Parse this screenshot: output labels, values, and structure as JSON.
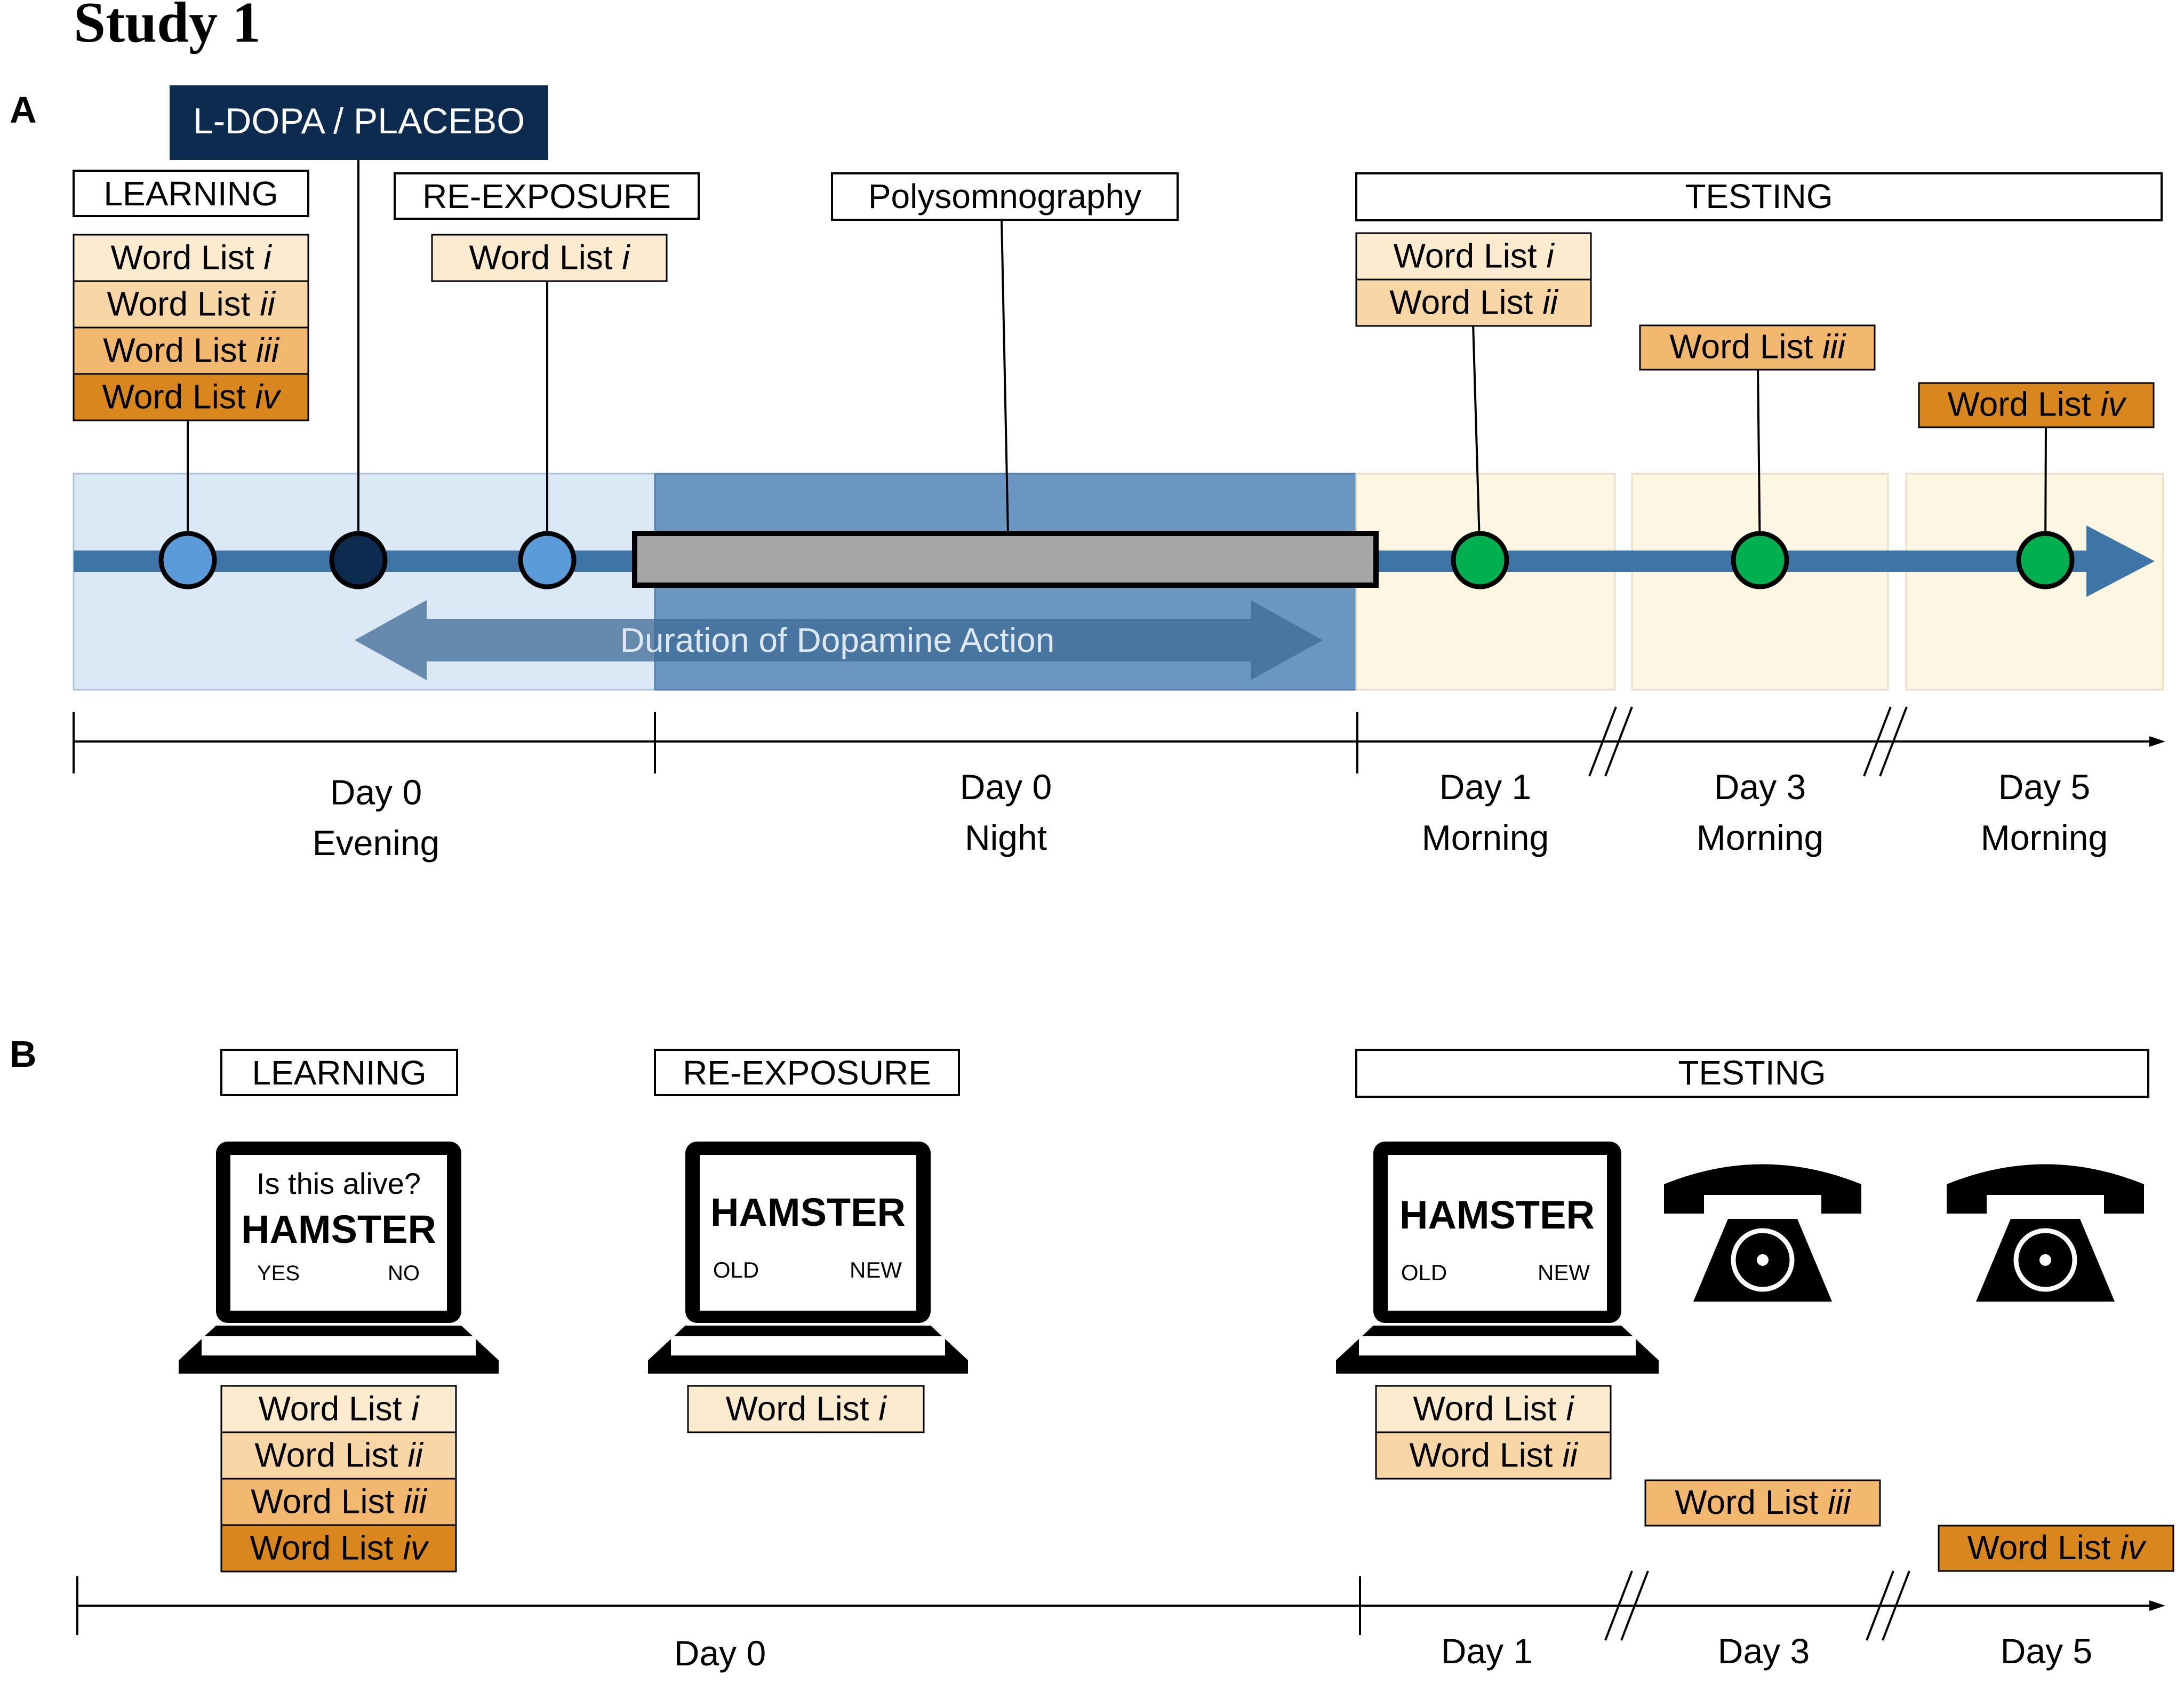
{
  "title": "Study 1",
  "panel_a": {
    "letter": "A",
    "drug_label": "L-DOPA / PLACEBO",
    "stage_labels": {
      "learning": "LEARNING",
      "reexposure": "RE-EXPOSURE",
      "polysomnography": "Polysomnography",
      "testing": "TESTING"
    },
    "learning_lists": [
      "Word List i",
      "Word List ii",
      "Word List iii",
      "Word List iv"
    ],
    "reexposure_lists": [
      "Word List i"
    ],
    "testing_day1_lists": [
      "Word List i",
      "Word List ii"
    ],
    "testing_day3_lists": [
      "Word List iii"
    ],
    "testing_day5_lists": [
      "Word List iv"
    ],
    "dopamine_arrow_label": "Duration of Dopamine Action",
    "time_labels": {
      "day0_evening": [
        "Day 0",
        "Evening"
      ],
      "day0_night": [
        "Day 0",
        "Night"
      ],
      "day1": [
        "Day 1",
        "Morning"
      ],
      "day3": [
        "Day 3",
        "Morning"
      ],
      "day5": [
        "Day 5",
        "Morning"
      ]
    }
  },
  "panel_b": {
    "letter": "B",
    "stage_labels": {
      "learning": "LEARNING",
      "reexposure": "RE-EXPOSURE",
      "testing": "TESTING"
    },
    "laptop_learning": {
      "question": "Is this alive?",
      "word": "HAMSTER",
      "left_option": "YES",
      "right_option": "NO"
    },
    "laptop_reexposure": {
      "word": "HAMSTER",
      "left_option": "OLD",
      "right_option": "NEW"
    },
    "laptop_testing": {
      "word": "HAMSTER",
      "left_option": "OLD",
      "right_option": "NEW"
    },
    "learning_lists": [
      "Word List i",
      "Word List ii",
      "Word List iii",
      "Word List iv"
    ],
    "reexposure_lists": [
      "Word List i"
    ],
    "testing_day1_lists": [
      "Word List i",
      "Word List ii"
    ],
    "testing_day3_lists": [
      "Word List iii"
    ],
    "testing_day5_lists": [
      "Word List iv"
    ],
    "time_labels": {
      "day0": "Day 0",
      "day1": "Day 1",
      "day3": "Day 3",
      "day5": "Day 5"
    }
  },
  "colors": {
    "list_i": "#fdebd0",
    "list_ii": "#f9d6a6",
    "list_iii": "#f3b870",
    "list_iv": "#d8871f",
    "evening_bg": "#dbe8f5",
    "night_bg": "#6c96c2",
    "morning_bg": "#fcf6e3",
    "timeline": "#3f74a6",
    "navy": "#0d2a4f",
    "learn_dot": "#5b9bd9",
    "test_dot": "#00b050",
    "polysomno_bar": "#a6a6a6",
    "dopamine_arrow": "#3d6b96"
  }
}
